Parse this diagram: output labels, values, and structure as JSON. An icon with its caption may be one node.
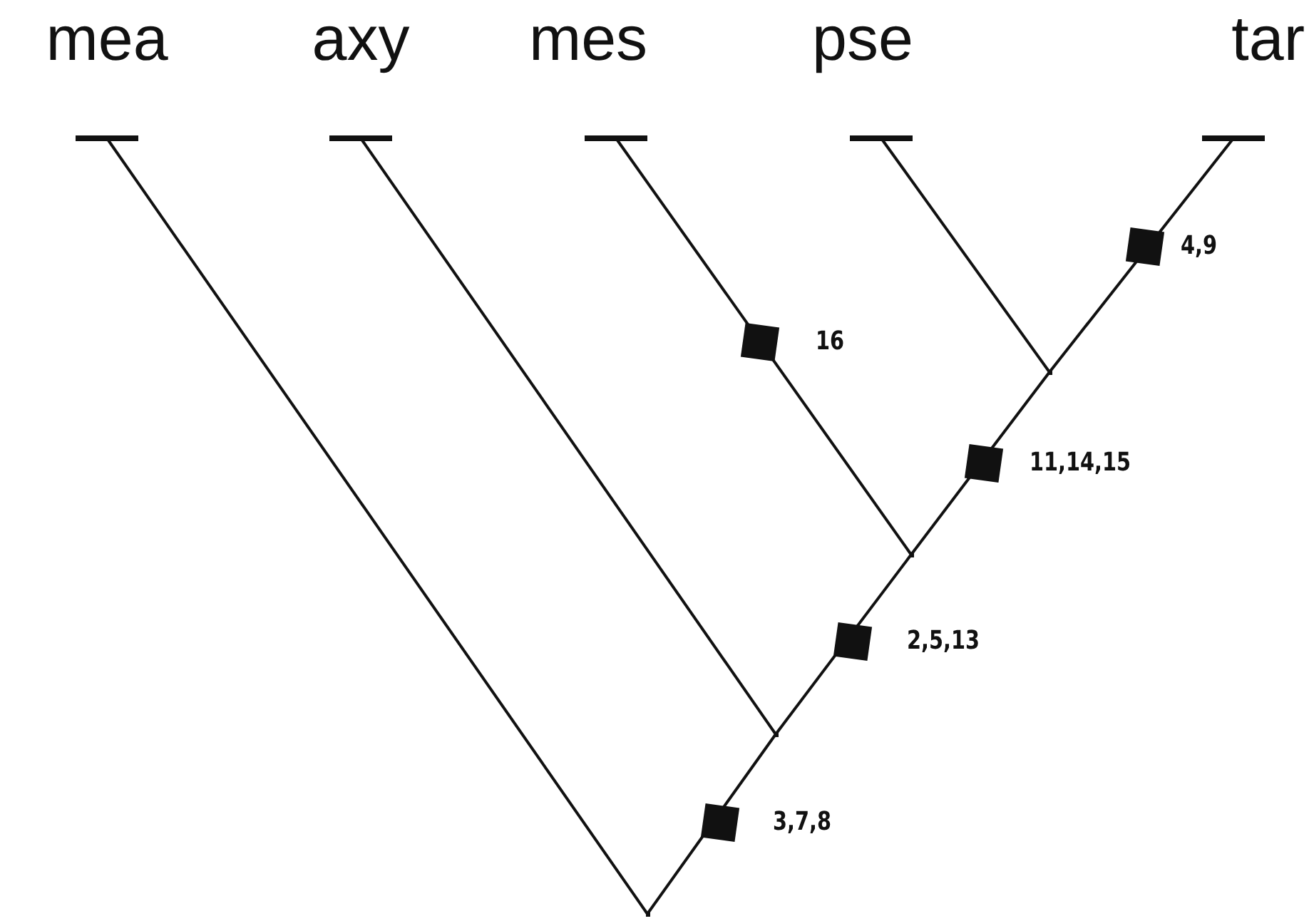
{
  "diagram": {
    "nodes": [
      {
        "text": [
          "mea"
        ]
      },
      {
        "text": [
          "axy"
        ]
      },
      {
        "text": [
          "mes"
        ]
      },
      {
        "text": [
          "pse"
        ]
      },
      {
        "text": [
          "tar"
        ]
      },
      {
        "text": [],
        "shape": "point"
      },
      {
        "text": [],
        "shape": "point"
      },
      {
        "text": [],
        "shape": "point"
      },
      {
        "text": [],
        "shape": "point"
      }
    ],
    "edges": [
      {
        "from": 5,
        "to": 0,
        "arrow": "other"
      },
      {
        "from": 5,
        "to": 6,
        "arrow": "none"
      },
      {
        "from": 6,
        "to": 1,
        "arrow": "other"
      },
      {
        "from": 6,
        "to": 7,
        "arrow": "none"
      },
      {
        "from": 7,
        "to": 2,
        "arrow": "other"
      },
      {
        "from": 7,
        "to": 8,
        "arrow": "none"
      },
      {
        "from": 8,
        "to": 3,
        "arrow": "other"
      },
      {
        "from": 8,
        "to": 4,
        "arrow": "other"
      }
    ],
    "labels": [
      "4,9",
      "16",
      "11,14,15",
      "2,5,13",
      "3,7,8"
    ]
  }
}
